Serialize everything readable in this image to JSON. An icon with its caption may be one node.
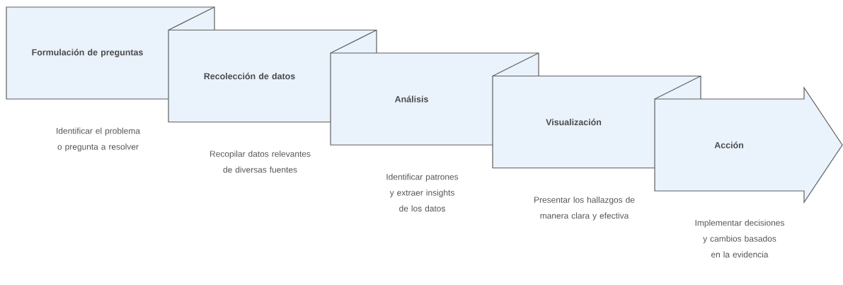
{
  "diagram": {
    "nodes": [
      {
        "text": [
          "Formulación de preguntas"
        ],
        "beside": [
          "Identificar el problema o pregunta a resolver"
        ]
      },
      {
        "text": [
          "Recolección de datos"
        ],
        "beside": [
          "Recopilar datos relevantes de diversas fuentes"
        ]
      },
      {
        "text": [
          "Análisis"
        ],
        "beside": [
          "Identificar patrones y extraer insights de los datos"
        ]
      },
      {
        "text": [
          "Visualización"
        ],
        "beside": [
          "Presentar los hallazgos de manera clara y efectiva"
        ]
      },
      {
        "text": [
          "Acción"
        ],
        "beside": [
          "Implementar decisiones y cambios basados en la evidencia"
        ]
      }
    ]
  }
}
